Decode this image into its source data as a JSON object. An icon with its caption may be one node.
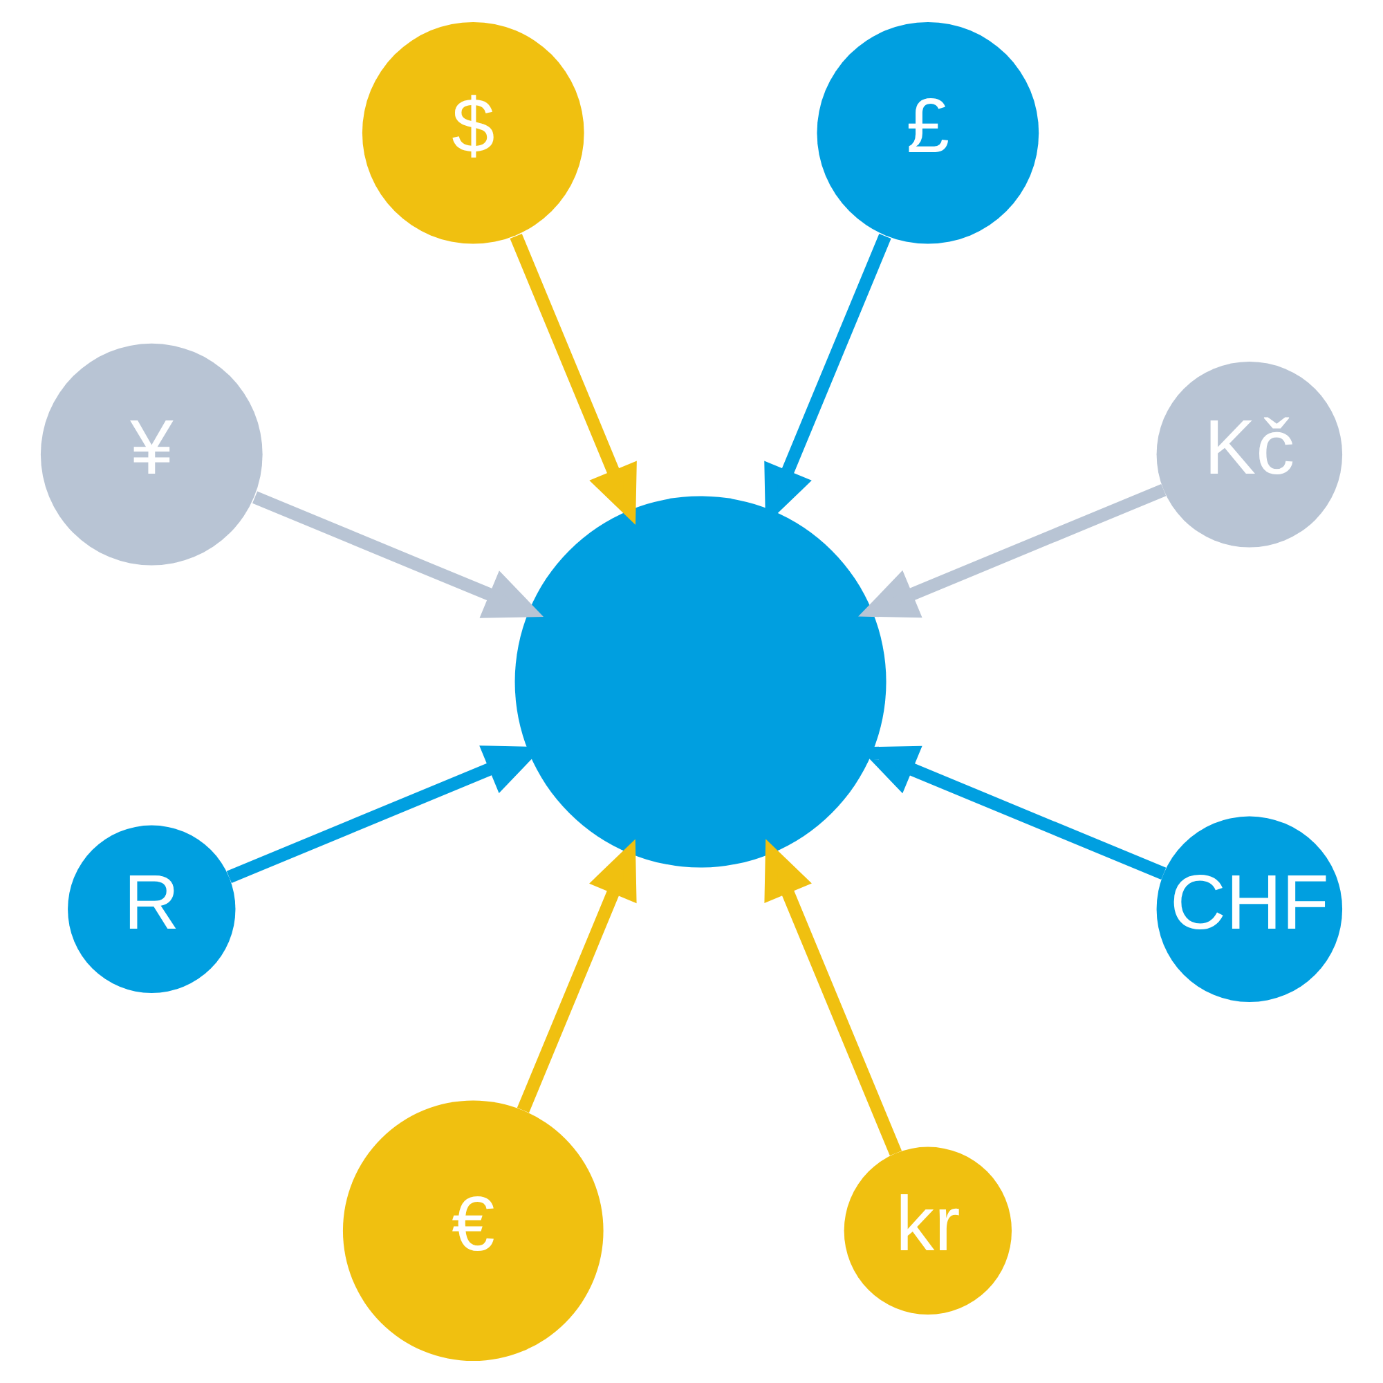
{
  "diagram": {
    "nodes": [
      {
        "text": [],
        "shape": "circle"
      },
      {
        "text": [
          "Kč"
        ]
      },
      {
        "text": [
          "£"
        ]
      },
      {
        "text": [
          "$"
        ]
      },
      {
        "text": [
          "¥"
        ]
      },
      {
        "text": [
          "R"
        ]
      },
      {
        "text": [
          "€"
        ]
      },
      {
        "text": [
          "kr"
        ]
      },
      {
        "text": [
          "CHF"
        ]
      }
    ],
    "edges": [
      {
        "from": 1,
        "to": 0,
        "arrow": "to",
        "color": "#b8c4d4"
      },
      {
        "from": 2,
        "to": 0,
        "arrow": "to"
      },
      {
        "from": 3,
        "to": 0,
        "arrow": "to",
        "color": "#f0c010"
      },
      {
        "from": 4,
        "to": 0,
        "arrow": "to",
        "color": "#b8c4d4"
      },
      {
        "from": 5,
        "to": 0,
        "arrow": "to"
      },
      {
        "from": 6,
        "to": 0,
        "arrow": "to",
        "color": "#f0c010"
      },
      {
        "from": 7,
        "to": 0,
        "arrow": "to",
        "color": "#f0c010"
      },
      {
        "from": 8,
        "to": 0,
        "arrow": "to"
      }
    ]
  }
}
